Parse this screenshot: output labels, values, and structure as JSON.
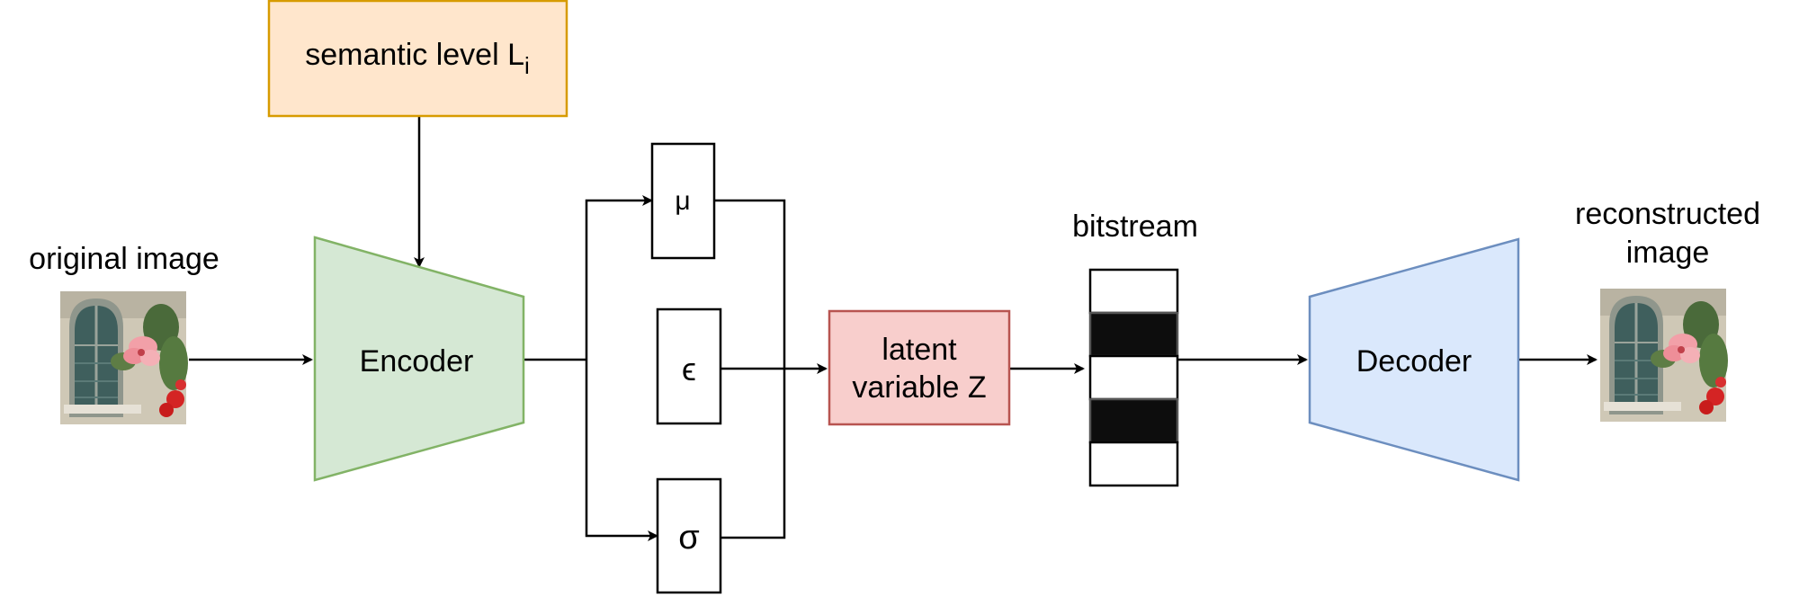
{
  "labels": {
    "semantic_level": "semantic level L",
    "semantic_level_sub": "i",
    "original_image": "original image",
    "encoder": "Encoder",
    "mu": "μ",
    "epsilon": "ϵ",
    "sigma": "σ",
    "latent_line1": "latent",
    "latent_line2": "variable Z",
    "bitstream": "bitstream",
    "decoder": "Decoder",
    "reconstructed_line1": "reconstructed",
    "reconstructed_line2": "image"
  },
  "colors": {
    "semantic_fill": "#ffe6cc",
    "semantic_stroke": "#d79b00",
    "encoder_fill": "#d5e8d4",
    "encoder_stroke": "#82b366",
    "latent_fill": "#f8cecc",
    "latent_stroke": "#b85450",
    "decoder_fill": "#dae8fc",
    "decoder_stroke": "#6c8ebf",
    "bit_dark": "#0d0d0d",
    "bit_light": "#ffffff"
  },
  "bitstream_bits": [
    0,
    1,
    0,
    1,
    0
  ]
}
